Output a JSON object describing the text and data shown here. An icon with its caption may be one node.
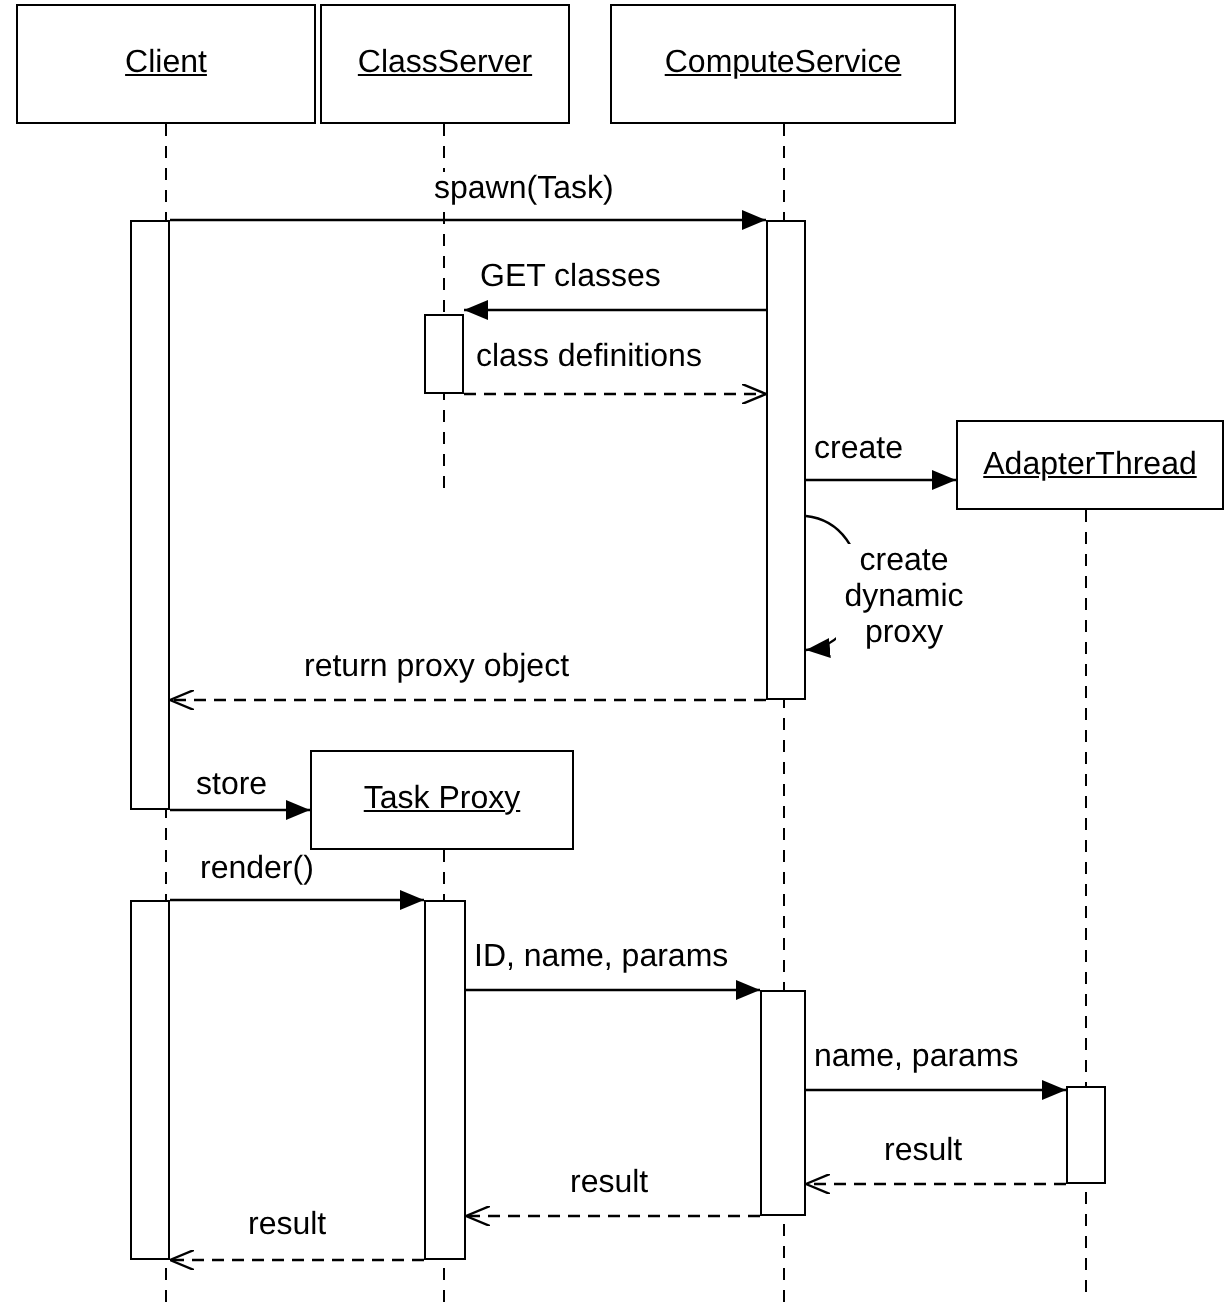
{
  "diagram": {
    "nodes": [
      {
        "text": [
          "Client"
        ]
      },
      {
        "text": [
          "ClassServer"
        ]
      },
      {
        "text": [
          "ComputeService"
        ]
      },
      {
        "text": [
          "AdapterThread"
        ]
      },
      {
        "text": [
          "Task Proxy"
        ]
      },
      {
        "text": [],
        "shape": "bar"
      },
      {
        "text": [],
        "shape": "bar"
      },
      {
        "text": [],
        "shape": "bar"
      },
      {
        "text": [],
        "shape": "bar"
      },
      {
        "text": [],
        "shape": "bar"
      },
      {
        "text": [],
        "shape": "bar"
      },
      {
        "text": [],
        "shape": "bar"
      }
    ],
    "edges": [
      {
        "from": 5,
        "to": 7,
        "arrow": "to",
        "label": "spawn(Task)"
      },
      {
        "from": 7,
        "to": 6,
        "arrow": "to",
        "label": "GET classes"
      },
      {
        "from": 6,
        "to": 7,
        "arrow": "to",
        "label": "class definitions",
        "style": "dashed"
      },
      {
        "from": 7,
        "to": 3,
        "arrow": "to",
        "label": "create"
      },
      {
        "from": 7,
        "to": 7,
        "arrow": "to",
        "label": "create dynamic proxy"
      },
      {
        "from": 7,
        "to": 5,
        "arrow": "to",
        "label": "return proxy object",
        "style": "dashed"
      },
      {
        "from": 5,
        "to": 4,
        "arrow": "to",
        "label": "store"
      },
      {
        "from": 8,
        "to": 9,
        "arrow": "to",
        "label": "render()"
      },
      {
        "from": 9,
        "to": 10,
        "arrow": "to",
        "label": "ID, name, params"
      },
      {
        "from": 10,
        "to": 11,
        "arrow": "to",
        "label": "name, params"
      },
      {
        "from": 11,
        "to": 10,
        "arrow": "to",
        "label": "result",
        "style": "dashed"
      },
      {
        "from": 10,
        "to": 9,
        "arrow": "to",
        "label": "result",
        "style": "dashed"
      },
      {
        "from": 9,
        "to": 8,
        "arrow": "to",
        "label": "result",
        "style": "dashed"
      }
    ]
  }
}
